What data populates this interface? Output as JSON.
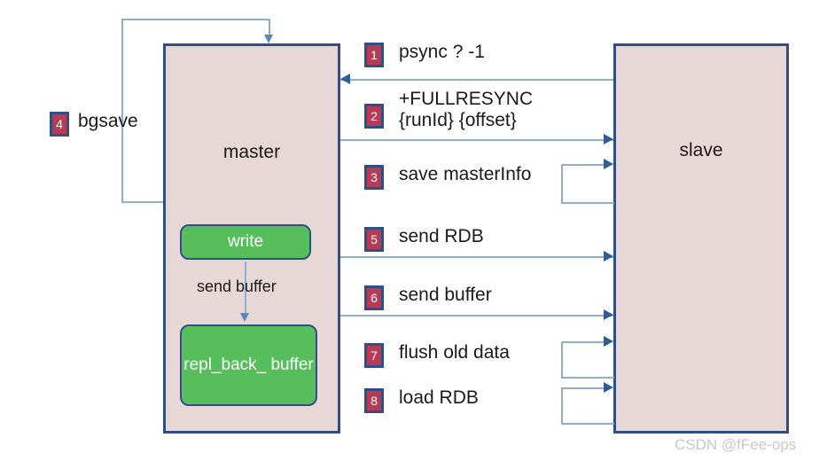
{
  "diagram": {
    "title": "Redis master-slave full replication (psync) sequence",
    "colors": {
      "node_fill": "#e8d7d7",
      "node_border": "#2e4e84",
      "inner_box_fill": "#56bf5c",
      "badge_fill": "#b83b56",
      "line": "#8fadcc",
      "arrow_head": "#2c5d9b",
      "watermark": "#c9c9c9"
    },
    "nodes": [
      {
        "id": "master",
        "label": "master"
      },
      {
        "id": "slave",
        "label": "slave"
      }
    ],
    "master_inner": {
      "write_box": "write",
      "caption": "send buffer",
      "repl_box": "repl_back_\nbuffer"
    },
    "side_labels": [
      {
        "number": "4",
        "text": "bgsave"
      }
    ],
    "steps": [
      {
        "number": "1",
        "text": "psync ? -1",
        "direction": "slave-to-master"
      },
      {
        "number": "2",
        "text": "+FULLRESYNC\n{runId} {offset}",
        "direction": "master-to-slave"
      },
      {
        "number": "3",
        "text": "save masterInfo",
        "direction": "slave-self-loop"
      },
      {
        "number": "5",
        "text": "send RDB",
        "direction": "master-to-slave"
      },
      {
        "number": "6",
        "text": "send buffer",
        "direction": "master-to-slave"
      },
      {
        "number": "7",
        "text": "flush old data",
        "direction": "slave-self-loop"
      },
      {
        "number": "8",
        "text": "load RDB",
        "direction": "slave-self-loop"
      }
    ],
    "watermark": "CSDN @fFee-ops"
  }
}
